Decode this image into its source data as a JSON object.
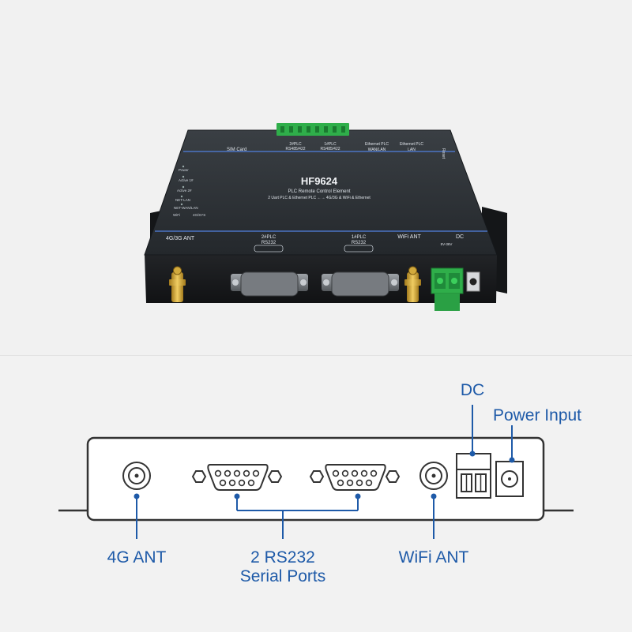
{
  "photo": {
    "sim_label": "SIM Card",
    "plc2_top": "2#PLC",
    "plc2_top_bus": "RS485/422",
    "plc1_top": "1#PLC",
    "plc1_top_bus": "RS485/422",
    "eth_plc_wan": "Ethernet PLC",
    "eth_plc_wan_sub": "WAN/LAN",
    "eth_plc_lan": "Ethernet PLC",
    "eth_plc_lan_sub": "LAN",
    "reset_label": "Reset",
    "model": "HF9624",
    "subtitle": "PLC Remote Control Element",
    "tagline": "2 Uart PLC & Ethernet PLC ←→ 4G/3G & WiFi & Ethernet",
    "leds": [
      "Power",
      "Active 1#",
      "Active 2#",
      "NET-LAN",
      "NET-WAN/LAN",
      "WiFi",
      "4G/SYS"
    ],
    "bottom_4g": "4G/3G ANT",
    "bottom_plc2": "2#PLC",
    "bottom_plc2_bus": "RS232",
    "bottom_plc1": "1#PLC",
    "bottom_plc1_bus": "RS232",
    "bottom_wifi": "WiFi ANT",
    "bottom_dc": "DC",
    "terminal_label": "5V-36V"
  },
  "diagram": {
    "dc": "DC",
    "power_input": "Power Input",
    "ant_4g": "4G ANT",
    "rs232_line1": "2 RS232",
    "rs232_line2": "Serial Ports",
    "wifi_ant": "WiFi ANT"
  },
  "colors": {
    "callout_blue": "#1e5aa8",
    "device_body": "#1b1d1f",
    "top_panel": "#2c3034",
    "terminal_green": "#2fae4a"
  }
}
